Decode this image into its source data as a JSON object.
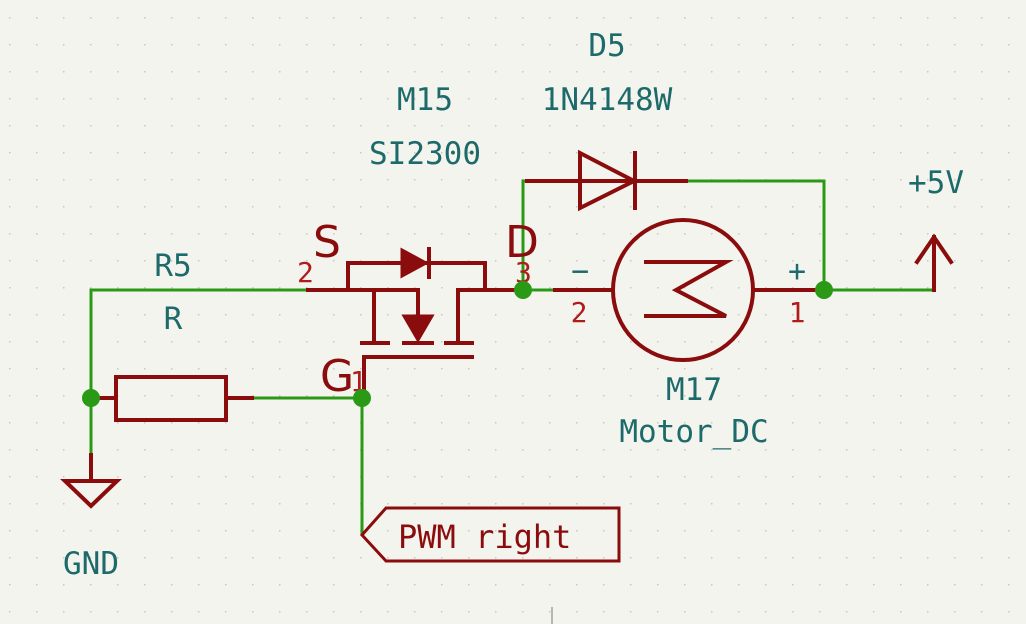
{
  "colors": {
    "background": "#f4f4ef",
    "wire": "#2a9a16",
    "symbol": "#8a0c0c",
    "reference_text": "#1d6a6a",
    "pin_number": "#b01c1c"
  },
  "components": {
    "mosfet": {
      "reference": "M15",
      "value": "SI2300",
      "pins": {
        "source": {
          "name": "S",
          "number": "2"
        },
        "drain": {
          "name": "D",
          "number": "3"
        },
        "gate": {
          "name": "G",
          "number": "1"
        }
      }
    },
    "diode": {
      "reference": "D5",
      "value": "1N4148W"
    },
    "motor": {
      "reference": "M17",
      "value": "Motor_DC",
      "pins": {
        "negative": {
          "polarity": "−",
          "number": "2"
        },
        "positive": {
          "polarity": "+",
          "number": "1"
        }
      }
    },
    "resistor": {
      "reference": "R5",
      "value": "R"
    }
  },
  "power": {
    "gnd": {
      "label": "GND",
      "icon": "ground-symbol-icon"
    },
    "vcc": {
      "label": "+5V",
      "icon": "power-arrow-icon"
    }
  },
  "net_labels": {
    "pwm": {
      "label": "PWM right"
    }
  }
}
